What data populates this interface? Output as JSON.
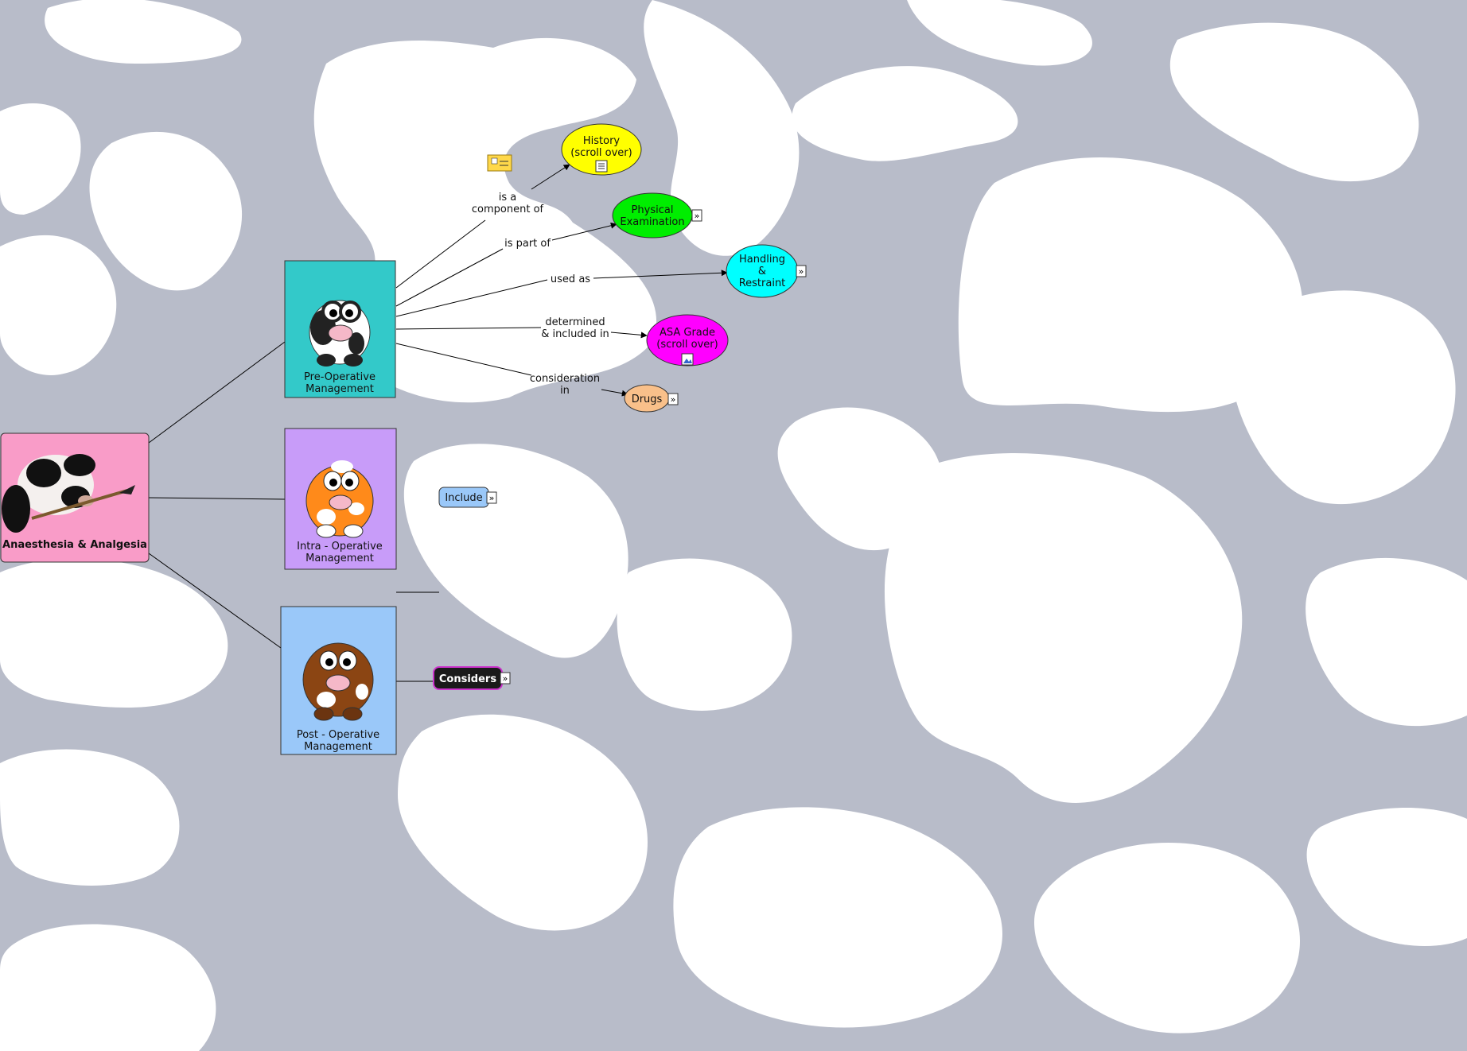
{
  "colors": {
    "background_patches": "#b8bcc9",
    "canvas": "#ffffff",
    "root_fill": "#f99cc8",
    "pre_fill": "#33c9c9",
    "intra_fill": "#c89cf9",
    "post_fill": "#9ac8f9",
    "history_fill": "#ffff00",
    "physical_fill": "#00ee00",
    "handling_fill": "#00ffff",
    "asa_fill": "#ff00ff",
    "drugs_fill": "#f9c08a",
    "include_fill": "#9ac8f9",
    "considers_fill": "#1a1a1a",
    "considers_border": "#cc33cc"
  },
  "root": {
    "label": "Anaesthesia & Analgesia",
    "image": "cow-with-paintbrush-photo"
  },
  "branches": {
    "pre": {
      "label_line1": "Pre-Operative",
      "label_line2": "Management",
      "image": "black-white-cartoon-cow"
    },
    "intra": {
      "label_line1": "Intra - Operative",
      "label_line2": "Management",
      "image": "orange-cartoon-cow"
    },
    "post": {
      "label_line1": "Post - Operative",
      "label_line2": "Management",
      "image": "brown-cartoon-cow"
    }
  },
  "concepts": {
    "history": {
      "line1": "History",
      "line2": "(scroll over)",
      "icon": "document-icon"
    },
    "physical": {
      "line1": "Physical",
      "line2": "Examination",
      "icon": "expand-icon"
    },
    "handling": {
      "line1": "Handling",
      "line2": "&",
      "line3": "Restraint",
      "icon": "expand-icon"
    },
    "asa": {
      "line1": "ASA Grade",
      "line2": "(scroll over)",
      "icon": "image-icon"
    },
    "drugs": {
      "label": "Drugs",
      "icon": "expand-icon"
    },
    "include": {
      "label": "Include",
      "icon": "expand-icon"
    },
    "considers": {
      "label": "Considers",
      "icon": "expand-icon"
    }
  },
  "links": {
    "component": {
      "line1": "is a",
      "line2": "component of"
    },
    "part": {
      "line1": "is part of"
    },
    "used": {
      "line1": "used as"
    },
    "determined": {
      "line1": "determined",
      "line2": "& included in"
    },
    "consideration": {
      "line1": "consideration",
      "line2": "in"
    }
  },
  "annotation_icon": "annotation-note-icon"
}
